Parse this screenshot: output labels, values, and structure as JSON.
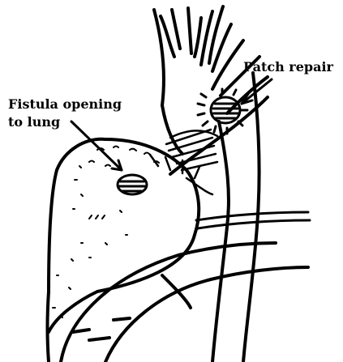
{
  "diagram": {
    "labels": {
      "fistula_line1": "Fistula opening",
      "fistula_line2": "to lung",
      "patch": "Patch repair"
    },
    "colors": {
      "ink": "#000000",
      "background": "#ffffff"
    }
  }
}
